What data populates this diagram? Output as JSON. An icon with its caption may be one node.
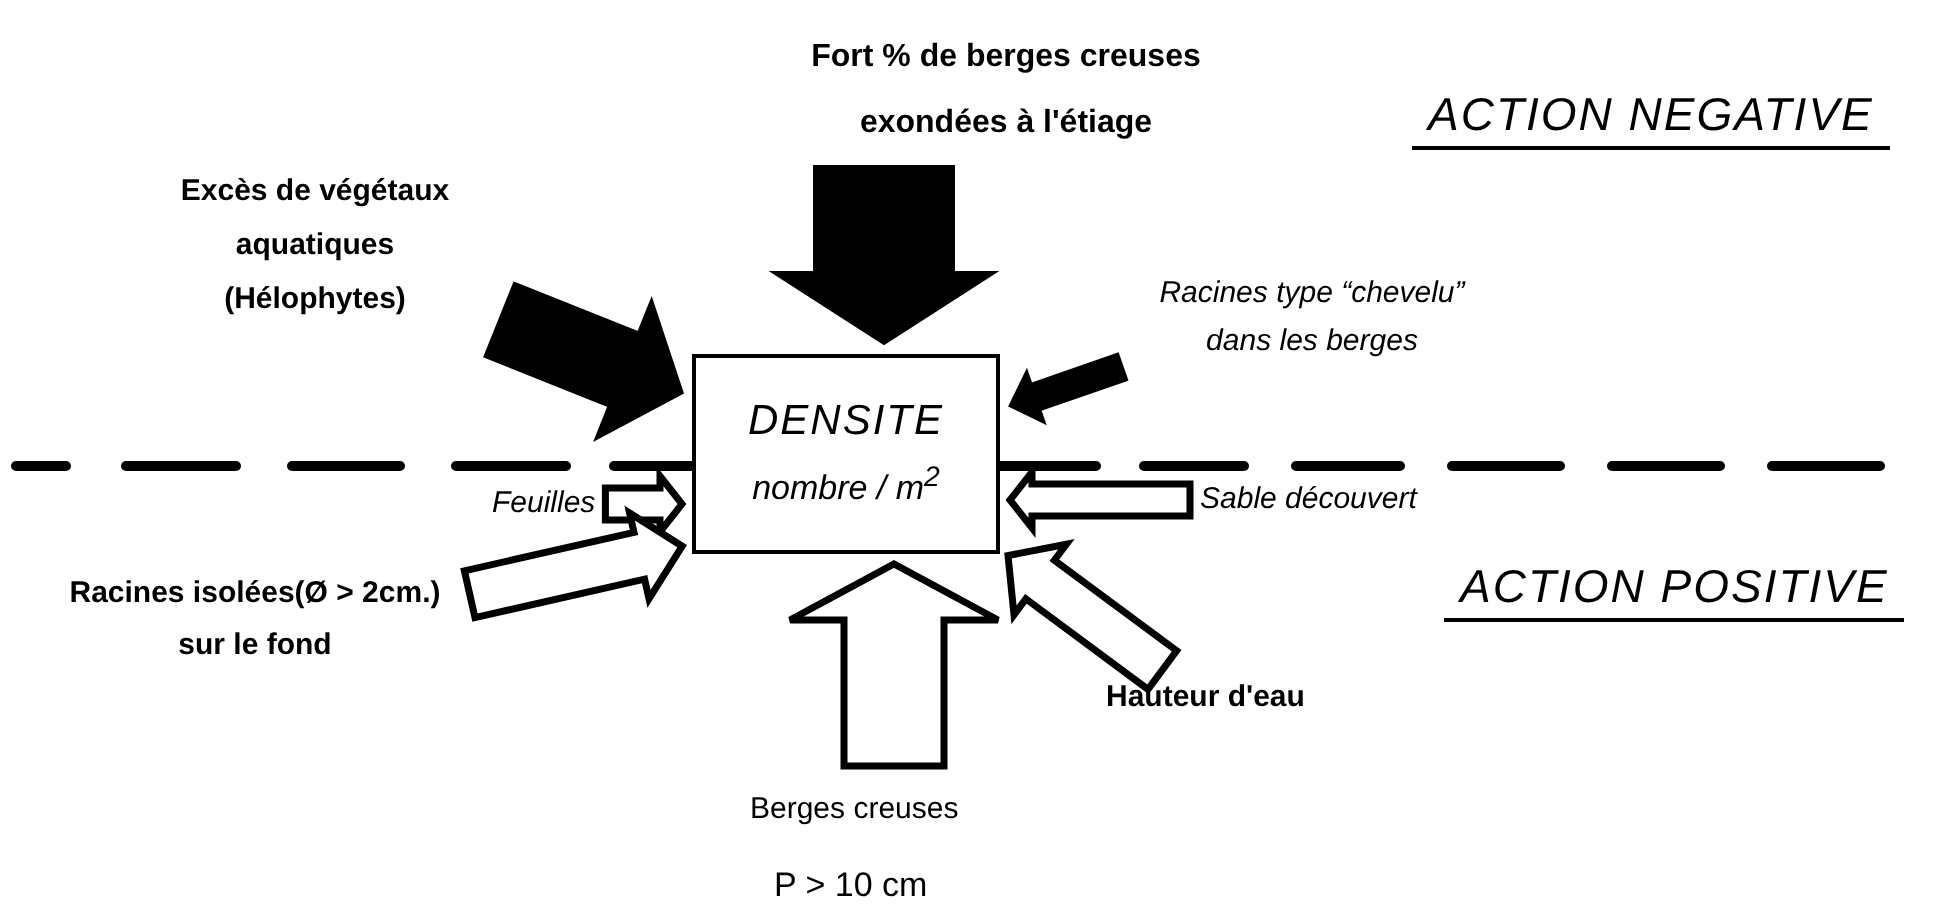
{
  "diagram": {
    "nodes": [
      {
        "text": [
          "DENSITE",
          "nombre / m$^{2}$"
        ]
      },
      {
        "text": [
          "Fort % de berges creuses exondées à l'étiage"
        ]
      },
      {
        "text": [
          "Excès de végétaux aquatiques",
          "(Hélophytes)"
        ]
      },
      {
        "text": [
          "Racines type “chevelu” dans les berges"
        ]
      },
      {
        "text": [
          "Feuilles"
        ]
      },
      {
        "text": [
          "Sable découvert"
        ]
      },
      {
        "text": [
          "Racines isolées(Ø > 2cm.) sur le fond"
        ]
      },
      {
        "text": [
          "Berges creuses",
          "P > 10 cm"
        ]
      },
      {
        "text": [
          "Hauteur d'eau"
        ]
      }
    ],
    "edges": [
      {
        "from": 1,
        "to": 0,
        "arrow": "to",
        "style": "thick"
      },
      {
        "from": 2,
        "to": 0,
        "arrow": "to",
        "style": "thick"
      },
      {
        "from": 3,
        "to": 0,
        "arrow": "to",
        "style": "thick"
      },
      {
        "from": 4,
        "to": 0,
        "arrow": "to"
      },
      {
        "from": 5,
        "to": 0,
        "arrow": "to"
      },
      {
        "from": 6,
        "to": 0,
        "arrow": "to"
      },
      {
        "from": 7,
        "to": 0,
        "arrow": "to"
      },
      {
        "from": 8,
        "to": 0,
        "arrow": "to"
      }
    ],
    "labels": [
      "ACTION NEGATIVE",
      "ACTION POSITIVE"
    ]
  }
}
